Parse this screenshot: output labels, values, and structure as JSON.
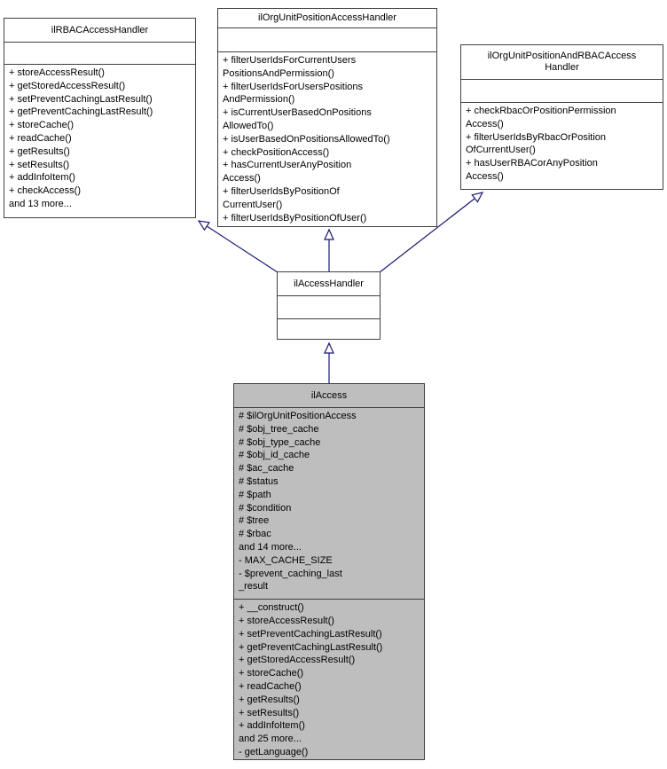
{
  "diagram": {
    "type": "uml-class-inheritance",
    "background_color": "#ffffff",
    "box_border_color": "#404040",
    "edge_color": "#191970",
    "highlighted_class_fill": "#bebebe"
  },
  "classes": {
    "rbac": {
      "title_lines": [
        "ilRBACAccessHandler"
      ],
      "attributes": [],
      "methods": [
        "+ storeAccessResult()",
        "+ getStoredAccessResult()",
        "+ setPreventCachingLastResult()",
        "+ getPreventCachingLastResult()",
        "+ storeCache()",
        "+ readCache()",
        "+ getResults()",
        "+ setResults()",
        "+ addInfoItem()",
        "+ checkAccess()",
        "and 13 more..."
      ]
    },
    "orgpos": {
      "title_lines": [
        "ilOrgUnitPositionAccessHandler"
      ],
      "attributes": [],
      "methods": [
        "+ filterUserIdsForCurrentUsers",
        "PositionsAndPermission()",
        "+ filterUserIdsForUsersPositions",
        "AndPermission()",
        "+ isCurrentUserBasedOnPositions",
        "AllowedTo()",
        "+ isUserBasedOnPositionsAllowedTo()",
        "+ checkPositionAccess()",
        "+ hasCurrentUserAnyPosition",
        "Access()",
        "+ filterUserIdsByPositionOf",
        "CurrentUser()",
        "+ filterUserIdsByPositionOfUser()"
      ]
    },
    "orgposrbac": {
      "title_lines": [
        "ilOrgUnitPositionAndRBACAccess",
        "Handler"
      ],
      "attributes": [],
      "methods": [
        "+ checkRbacOrPositionPermission",
        "Access()",
        "+ filterUserIdsByRbacOrPosition",
        "OfCurrentUser()",
        "+ hasUserRBACorAnyPosition",
        "Access()"
      ]
    },
    "handler": {
      "title_lines": [
        "ilAccessHandler"
      ],
      "attributes": [],
      "methods": []
    },
    "access": {
      "title_lines": [
        "ilAccess"
      ],
      "attributes": [
        "# $ilOrgUnitPositionAccess",
        "# $obj_tree_cache",
        "# $obj_type_cache",
        "# $obj_id_cache",
        "# $ac_cache",
        "# $status",
        "# $path",
        "# $condition",
        "# $tree",
        "# $rbac",
        "and 14 more...",
        "- MAX_CACHE_SIZE",
        "- $prevent_caching_last",
        "_result"
      ],
      "methods": [
        "+ __construct()",
        "+ storeAccessResult()",
        "+ setPreventCachingLastResult()",
        "+ getPreventCachingLastResult()",
        "+ getStoredAccessResult()",
        "+ storeCache()",
        "+ readCache()",
        "+ getResults()",
        "+ setResults()",
        "+ addInfoItem()",
        "and 25 more...",
        "- getLanguage()"
      ]
    }
  },
  "inheritance_edges": [
    {
      "child": "ilAccessHandler",
      "parent": "ilRBACAccessHandler"
    },
    {
      "child": "ilAccessHandler",
      "parent": "ilOrgUnitPositionAccessHandler"
    },
    {
      "child": "ilAccessHandler",
      "parent": "ilOrgUnitPositionAndRBACAccessHandler"
    },
    {
      "child": "ilAccess",
      "parent": "ilAccessHandler"
    }
  ]
}
